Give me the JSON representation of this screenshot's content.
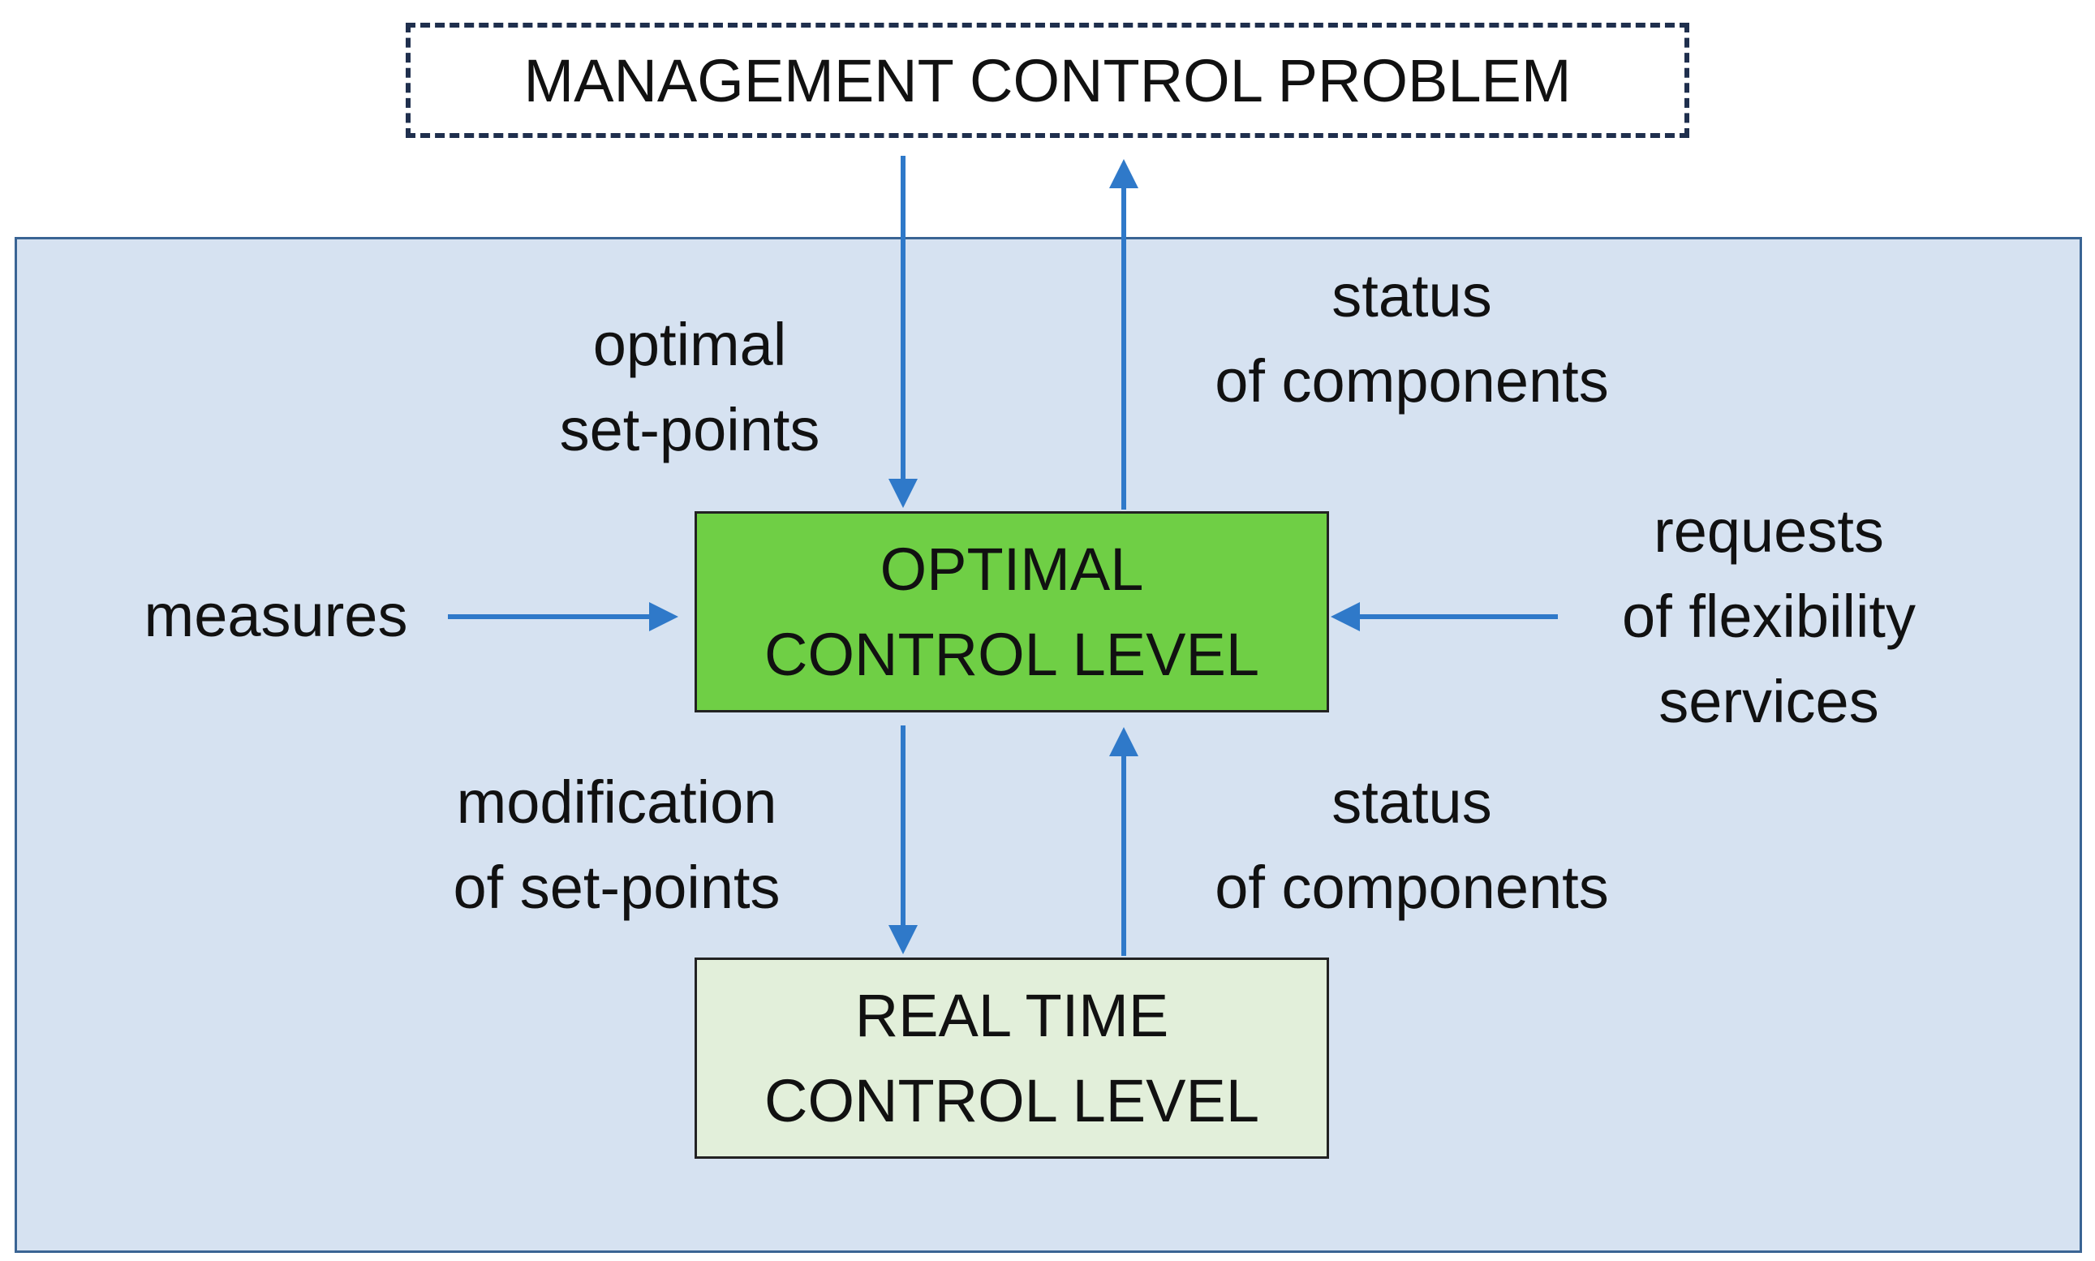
{
  "diagram": {
    "top_box": "MANAGEMENT CONTROL PROBLEM",
    "optimal_level": [
      "OPTIMAL",
      "CONTROL LEVEL"
    ],
    "realtime_level": [
      "REAL TIME",
      "CONTROL LEVEL"
    ],
    "labels": {
      "optimal_setpoints": [
        "optimal",
        "set-points"
      ],
      "status_upper": [
        "status",
        "of components"
      ],
      "measures": "measures",
      "requests": [
        "requests",
        "of flexibility",
        "services"
      ],
      "modification": [
        "modification",
        "of set-points"
      ],
      "status_lower": [
        "status",
        "of components"
      ]
    },
    "colors": {
      "arrow": "#2f79c9",
      "panel": "#d6e2f1",
      "optimal_box": "#6fcf45",
      "realtime_box": "#e2efda"
    }
  }
}
